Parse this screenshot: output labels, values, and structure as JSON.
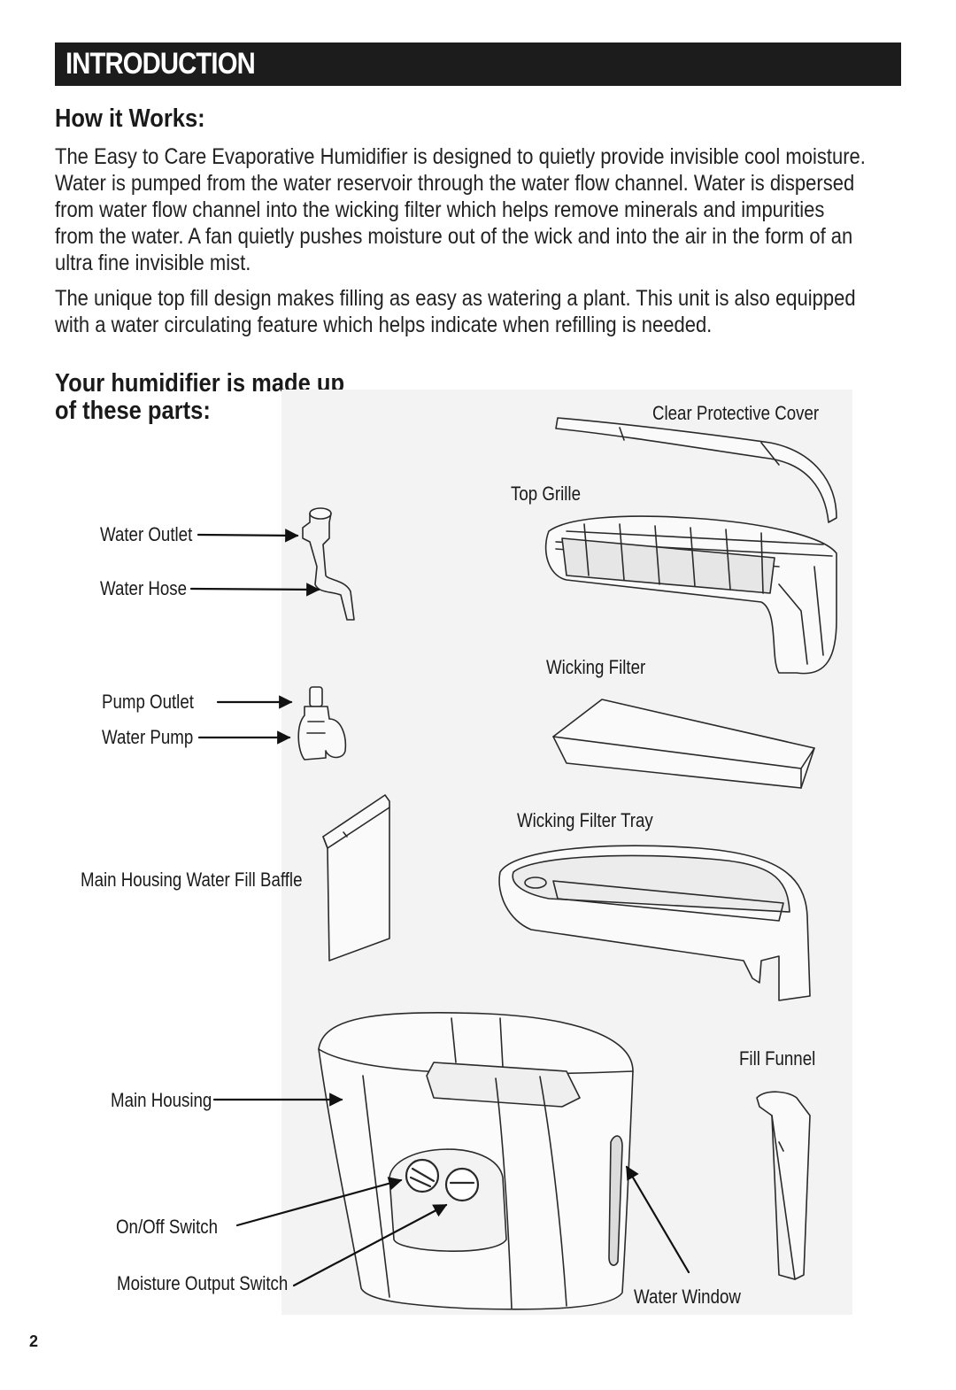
{
  "header": {
    "title": "INTRODUCTION"
  },
  "how_it_works": {
    "heading": "How it Works:",
    "paragraph1_lines": [
      "The Easy to Care Evaporative Humidifier is designed to quietly provide invisible cool moisture.",
      "Water is pumped from the water reservoir through the water flow channel. Water is dispersed",
      "from water flow channel into the wicking filter which helps remove minerals and impurities",
      "from the water. A fan quietly pushes moisture out of the wick and into the air in the form of an",
      "ultra fine invisible mist."
    ],
    "paragraph2_lines": [
      "The unique top fill design makes filling as easy as watering a plant. This unit is also equipped",
      "with a water circulating feature which helps indicate when refilling is needed."
    ]
  },
  "parts": {
    "heading_line1": "Your humidifier is made up",
    "heading_line2": "of these parts:",
    "labels": {
      "clear_protective_cover": "Clear Protective Cover",
      "top_grille": "Top Grille",
      "water_outlet": "Water Outlet",
      "water_hose": "Water Hose",
      "wicking_filter": "Wicking Filter",
      "pump_outlet": "Pump Outlet",
      "water_pump": "Water Pump",
      "wicking_filter_tray": "Wicking Filter Tray",
      "main_housing_water_fill_baffle": "Main Housing Water Fill Baffle",
      "fill_funnel": "Fill Funnel",
      "main_housing": "Main Housing",
      "on_off_switch": "On/Off Switch",
      "moisture_output_switch": "Moisture Output Switch",
      "water_window": "Water Window"
    }
  },
  "page_number": "2"
}
